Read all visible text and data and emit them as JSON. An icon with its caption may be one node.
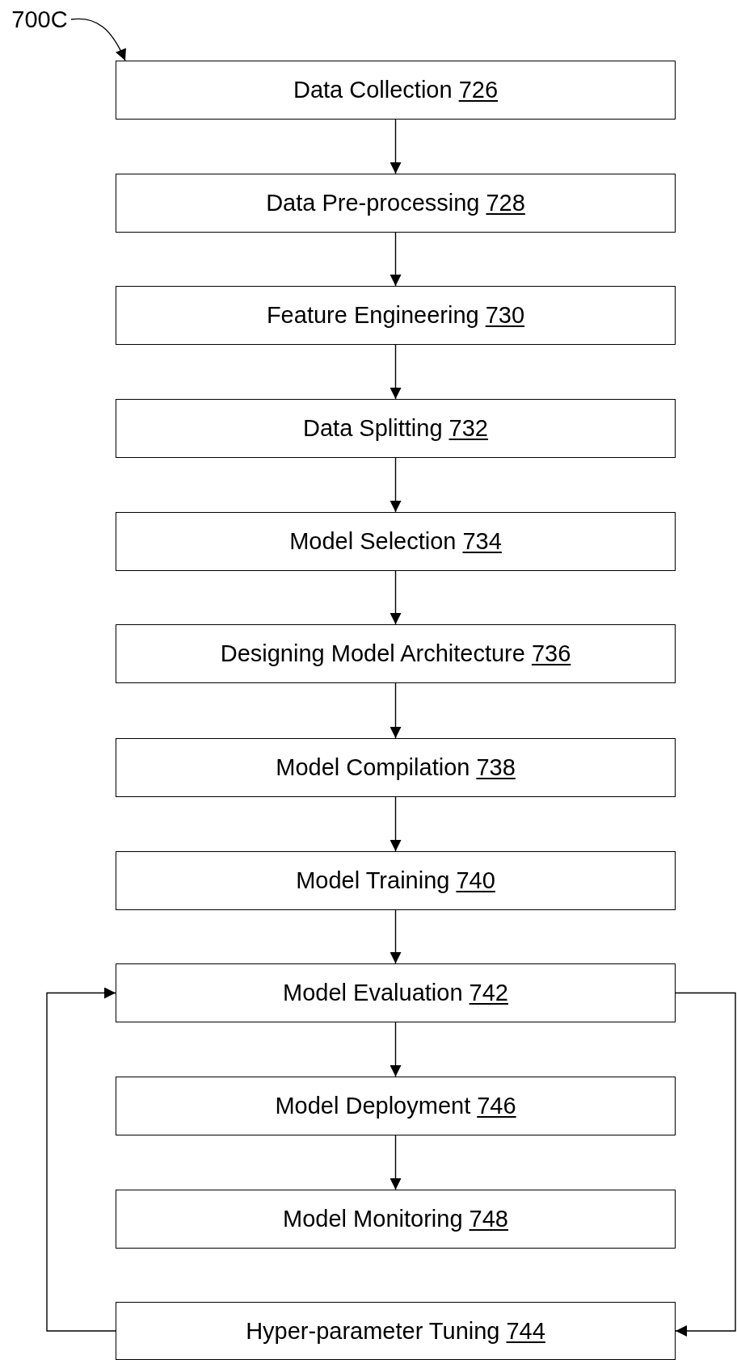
{
  "diagram": {
    "nodes": [
      {
        "text": [
          "700C"
        ]
      },
      {
        "text": [
          "Data Collection",
          "726"
        ]
      },
      {
        "text": [
          "Data Pre-processing",
          "728"
        ]
      },
      {
        "text": [
          "Feature Engineering",
          "730"
        ]
      },
      {
        "text": [
          "Data Splitting",
          "732"
        ]
      },
      {
        "text": [
          "Model Selection",
          "734"
        ]
      },
      {
        "text": [
          "Designing Model Architecture",
          "736"
        ]
      },
      {
        "text": [
          "Model Compilation",
          "738"
        ]
      },
      {
        "text": [
          "Model Training",
          "740"
        ]
      },
      {
        "text": [
          "Model Evaluation",
          "742"
        ]
      },
      {
        "text": [
          "Model Deployment",
          "746"
        ]
      },
      {
        "text": [
          "Model Monitoring",
          "748"
        ]
      },
      {
        "text": [
          "Hyper-parameter Tuning",
          "744"
        ]
      }
    ],
    "edges": [
      {
        "from": 0,
        "to": 1,
        "arrow": "to"
      },
      {
        "from": 1,
        "to": 2,
        "arrow": "to"
      },
      {
        "from": 2,
        "to": 3,
        "arrow": "to"
      },
      {
        "from": 3,
        "to": 4,
        "arrow": "to"
      },
      {
        "from": 4,
        "to": 5,
        "arrow": "to"
      },
      {
        "from": 5,
        "to": 6,
        "arrow": "to"
      },
      {
        "from": 6,
        "to": 7,
        "arrow": "to"
      },
      {
        "from": 7,
        "to": 8,
        "arrow": "to"
      },
      {
        "from": 8,
        "to": 9,
        "arrow": "to"
      },
      {
        "from": 9,
        "to": 10,
        "arrow": "to"
      },
      {
        "from": 10,
        "to": 11,
        "arrow": "to"
      },
      {
        "from": 9,
        "to": 12,
        "arrow": "to"
      },
      {
        "from": 12,
        "to": 9,
        "arrow": "to"
      }
    ]
  }
}
